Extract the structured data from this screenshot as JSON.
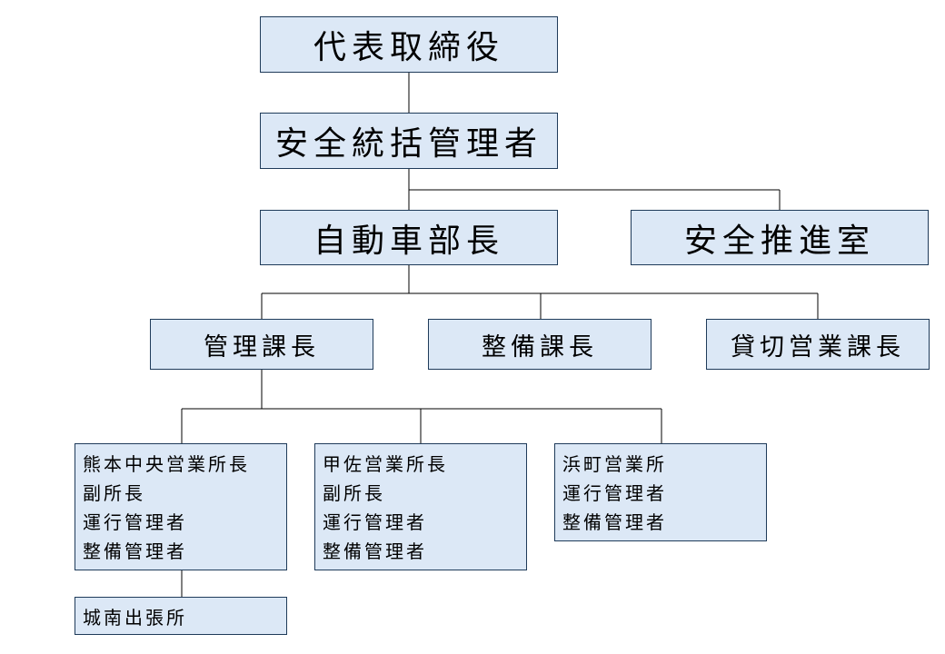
{
  "nodes": {
    "ceo": "代表取締役",
    "safety_manager": "安全統括管理者",
    "auto_dept_head": "自動車部長",
    "safety_office": "安全推進室",
    "admin_chief": "管理課長",
    "maintenance_chief": "整備課長",
    "charter_sales_chief": "貸切営業課長",
    "kumamoto_office": {
      "lines": [
        "熊本中央営業所長",
        "副所長",
        "運行管理者",
        "整備管理者"
      ]
    },
    "kosa_office": {
      "lines": [
        "甲佐営業所長",
        "副所長",
        "運行管理者",
        "整備管理者"
      ]
    },
    "hamamachi_office": {
      "lines": [
        "浜町営業所",
        "運行管理者",
        "整備管理者"
      ]
    },
    "jonan_branch": "城南出張所"
  },
  "colors": {
    "box_fill": "#dce8f6",
    "box_border": "#1f3b5a",
    "connector": "#000000"
  }
}
